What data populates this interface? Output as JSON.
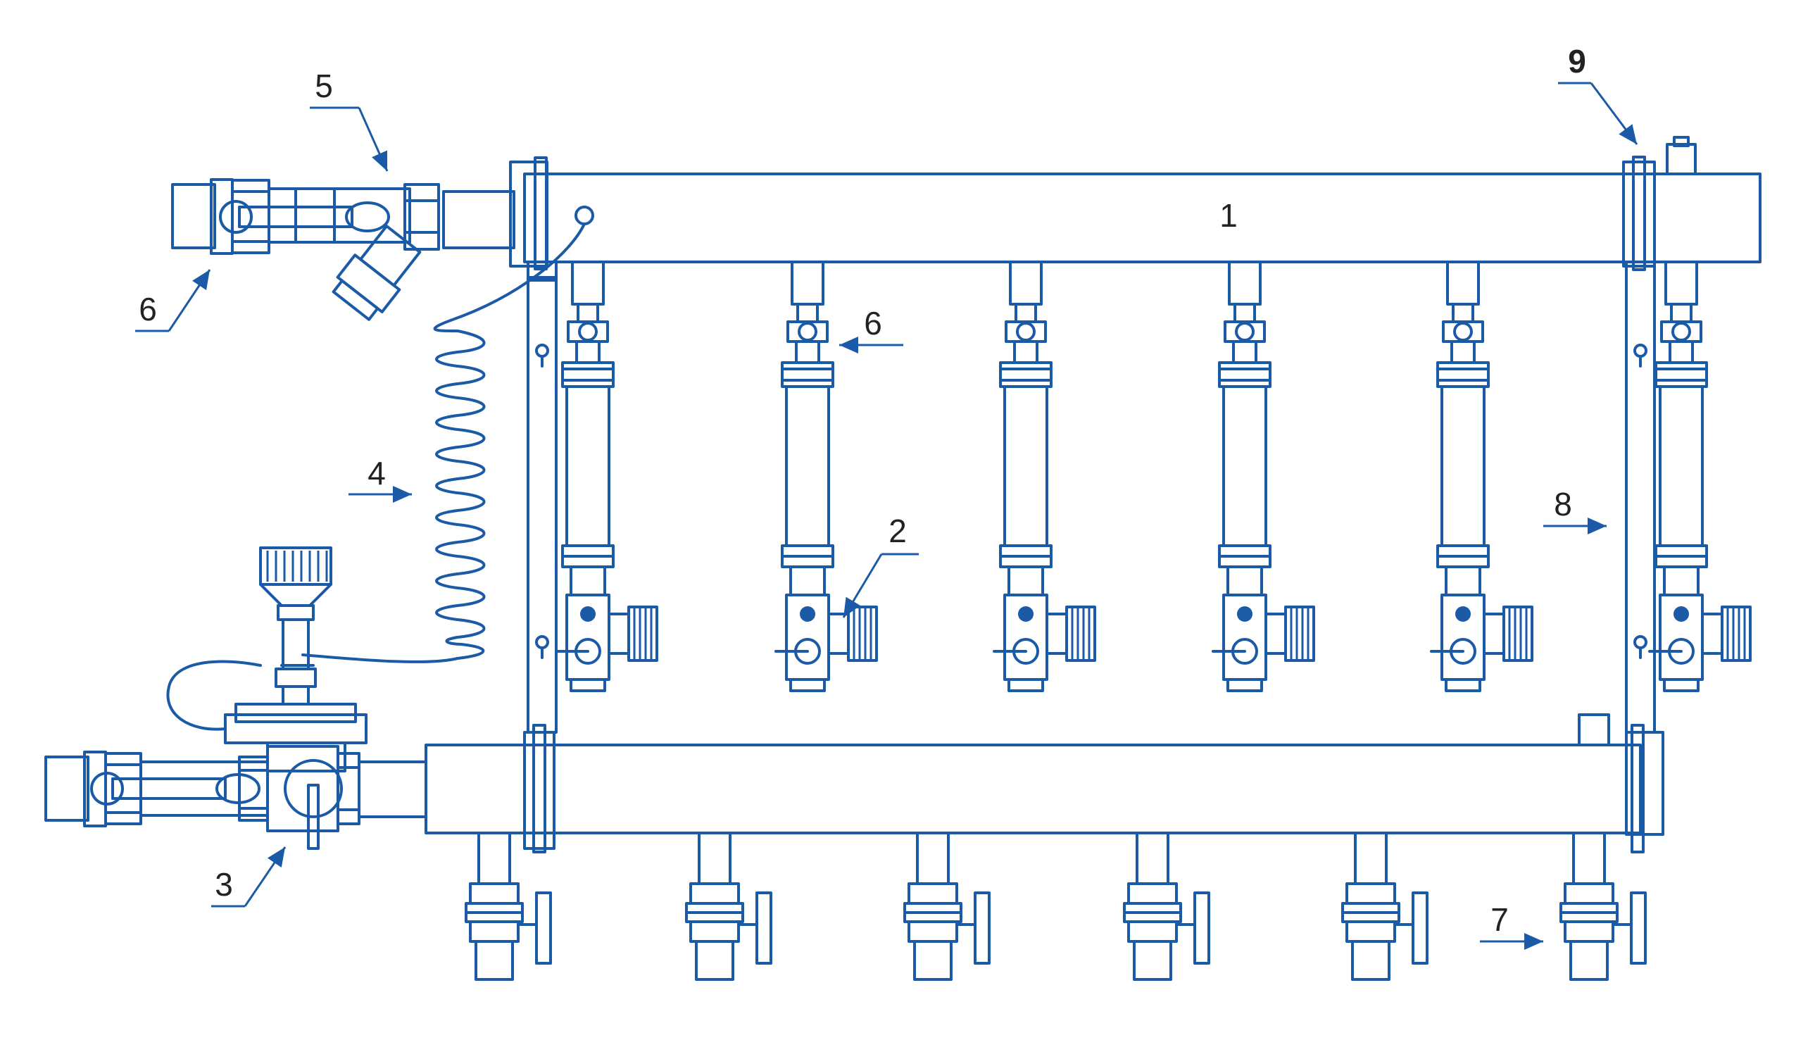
{
  "colors": {
    "stroke": "#1b5aa6",
    "label": "#222222",
    "background": "#ffffff"
  },
  "labels": {
    "supply_manifold": "1",
    "flow_meter": "2",
    "mixing_valve": "3",
    "capillary": "4",
    "filter": "5",
    "valve_left": "6",
    "valve_branch": "6",
    "return_valves": "7",
    "bracket": "8",
    "air_vent": "9"
  }
}
